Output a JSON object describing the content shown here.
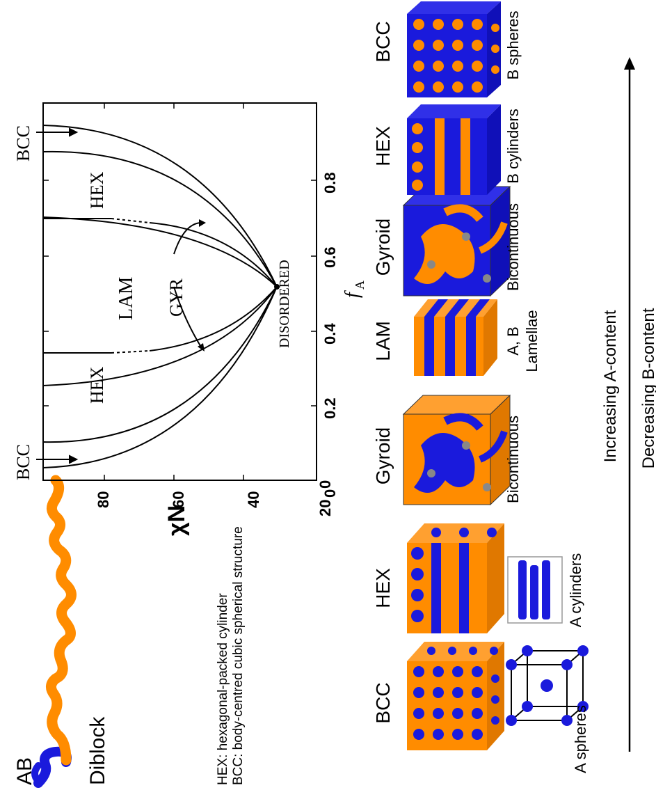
{
  "copolymer": {
    "type_label": "AB",
    "name": "Diblock"
  },
  "legend": {
    "line1": "HEX: hexagonal-packed cylinder",
    "line2": "BCC: body-centred cubic spherical structure"
  },
  "phase_diagram": {
    "y_axis_label": "χN",
    "x_axis_label": "f",
    "x_axis_subscript": "A",
    "y_ticks": [
      "0",
      "20",
      "40",
      "60",
      "80"
    ],
    "x_ticks": [
      "0",
      "0.2",
      "0.4",
      "0.6",
      "0.8"
    ],
    "regions": {
      "bcc_left": "BCC",
      "bcc_right": "BCC",
      "hex_left": "HEX",
      "hex_right": "HEX",
      "lam": "LAM",
      "gyr": "GYR",
      "disordered": "DISORDERED"
    }
  },
  "morphologies": [
    {
      "name": "BCC",
      "caption": "A spheres",
      "colors": {
        "matrix": "#ff8c00",
        "domain": "#1a1adc"
      }
    },
    {
      "name": "HEX",
      "caption": "A cylinders",
      "colors": {
        "matrix": "#ff8c00",
        "domain": "#1a1adc"
      }
    },
    {
      "name": "Gyroid",
      "caption": "Bicontinuous",
      "colors": {
        "matrix": "#ff8c00",
        "domain": "#1a1adc"
      }
    },
    {
      "name": "LAM",
      "caption_line1": "A, B",
      "caption_line2": "Lamellae",
      "colors": {
        "a": "#ff8c00",
        "b": "#1a1adc"
      }
    },
    {
      "name": "Gyroid",
      "caption": "Bicontinuous",
      "colors": {
        "matrix": "#1a1adc",
        "domain": "#ff8c00"
      }
    },
    {
      "name": "HEX",
      "caption": "B cylinders",
      "colors": {
        "matrix": "#1a1adc",
        "domain": "#ff8c00"
      }
    },
    {
      "name": "BCC",
      "caption": "B spheres",
      "colors": {
        "matrix": "#1a1adc",
        "domain": "#ff8c00"
      }
    }
  ],
  "arrows": {
    "increasing": "Increasing A-content",
    "decreasing": "Decreasing B-content"
  }
}
